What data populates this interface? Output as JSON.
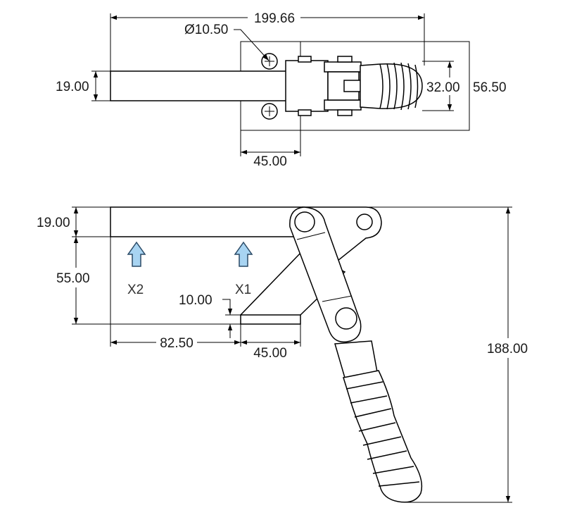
{
  "top_view": {
    "dims": {
      "overall_length": "199.66",
      "hole_diameter": "Ø10.50",
      "bar_width": "19.00",
      "handle_width": "32.00",
      "base_width": "56.50",
      "base_length": "45.00"
    }
  },
  "side_view": {
    "dims": {
      "bar_height": "19.00",
      "opening_height": "55.00",
      "base_thickness": "10.00",
      "reach": "82.50",
      "base_length": "45.00",
      "total_height": "188.00"
    },
    "markers": [
      {
        "label": "X2"
      },
      {
        "label": "X1"
      }
    ]
  },
  "colors": {
    "line": "#000000",
    "arrow_fill": "#a8d4f2",
    "arrow_stroke": "#2a4a66"
  },
  "icons": [
    "arrow-up-icon",
    "screw-hole-icon"
  ]
}
